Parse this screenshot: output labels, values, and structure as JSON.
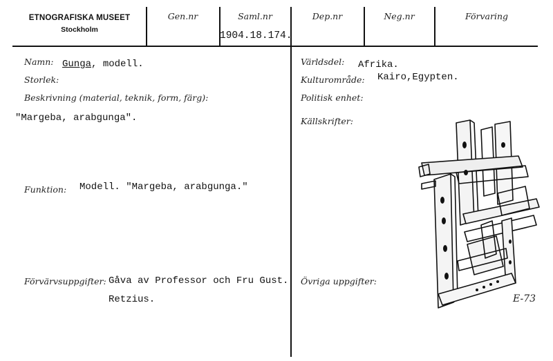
{
  "header": {
    "museum": "ETNOGRAFISKA MUSEET",
    "city": "Stockholm",
    "columns": [
      "Gen.nr",
      "Saml.nr",
      "Dep.nr",
      "Neg.nr",
      "Förvaring"
    ],
    "saml_nr_value": "1904.18.174."
  },
  "left": {
    "namn_label": "Namn:",
    "namn_value_underlined": "Gunga",
    "namn_value_rest": ", modell.",
    "storlek_label": "Storlek:",
    "beskrivning_label": "Beskrivning (material, teknik, form, färg):",
    "beskrivning_value": "\"Margeba, arabgunga\".",
    "funktion_label": "Funktion:",
    "funktion_value": "Modell. \"Margeba, arabgunga.\"",
    "forvarv_label": "Förvärvsuppgifter:",
    "forvarv_value_line1": "Gåva av Professor och Fru Gust.",
    "forvarv_value_line2": "Retzius."
  },
  "right": {
    "varldsdel_label": "Världsdel:",
    "varldsdel_value": "Afrika.",
    "kulturomrade_label": "Kulturområde:",
    "kulturomrade_value": "Kairo,Egypten.",
    "politisk_label": "Politisk enhet:",
    "kallskrifter_label": "Källskrifter:",
    "ovriga_label": "Övriga uppgifter:",
    "sketch_caption": "E-73"
  }
}
